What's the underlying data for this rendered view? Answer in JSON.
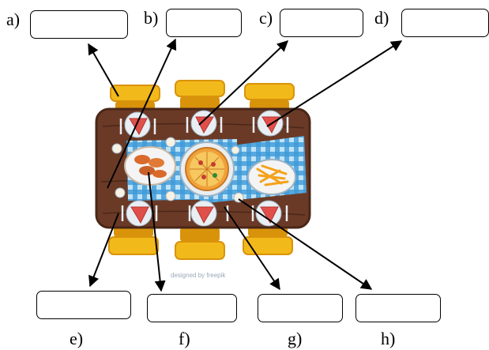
{
  "labels": {
    "a": "a)",
    "b": "b)",
    "c": "c)",
    "d": "d)",
    "e": "e)",
    "f": "f)",
    "g": "g)",
    "h": "h)"
  },
  "watermark": "designed by freepik",
  "colors": {
    "table": "#6b3a26",
    "table_dark": "#4a2718",
    "chair": "#f2b91a",
    "chair_dark": "#d9930b",
    "cloth_blue": "#3d9ad8",
    "cloth_light": "#bfe3f7",
    "plate": "#e9eef3",
    "pizza_slice": "#e0504a",
    "fries": "#f4a21a",
    "chicken": "#d96a2b"
  }
}
